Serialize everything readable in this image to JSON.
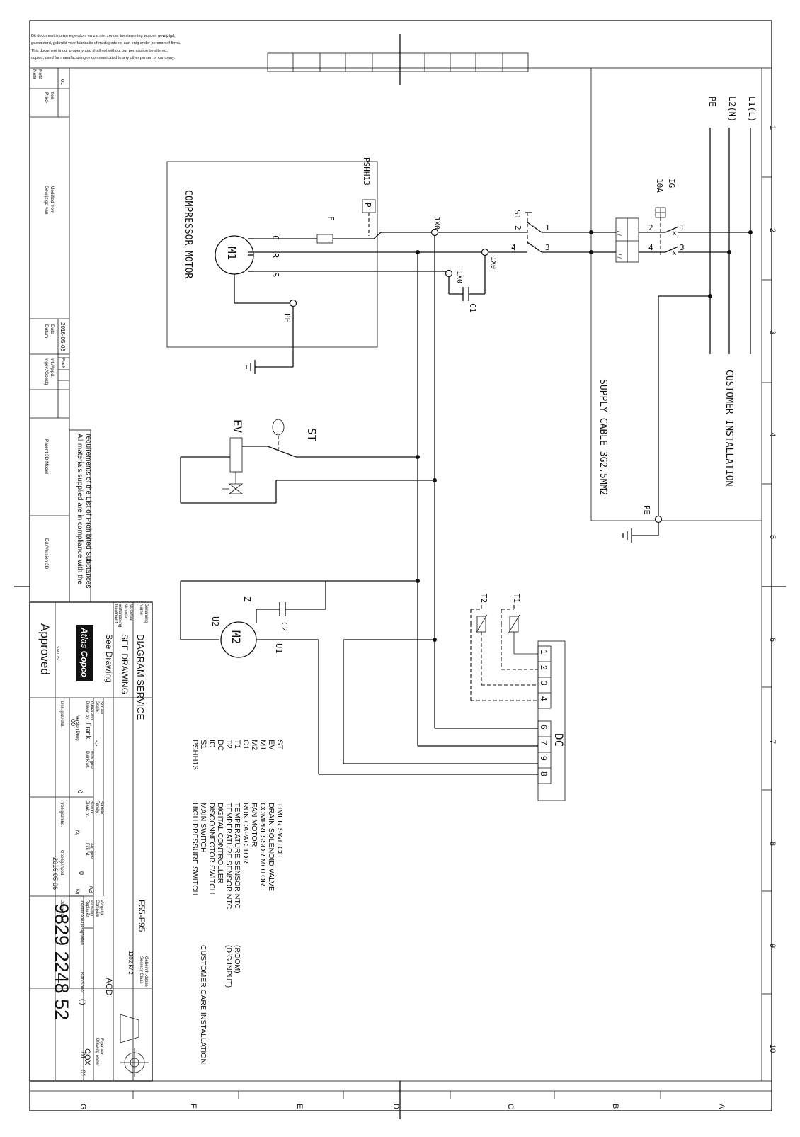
{
  "disclaimer": [
    "Dit document is onze eigendom en zal niet zonder toestemming worden gewijzigd,",
    "gecopieerd, gebruikt voor fabricatie of medegedeeld aan enig ander persoon of firma.",
    "This document is our property and shall not without our permission be altered,",
    "copied, used for manufacturing or communicated to any other person or company."
  ],
  "grid": {
    "numbers": [
      "1",
      "2",
      "3",
      "4",
      "5",
      "6",
      "7",
      "8",
      "9",
      "10"
    ],
    "letters": [
      "A",
      "B",
      "C",
      "D",
      "E",
      "F",
      "G"
    ]
  },
  "supply": {
    "l1": "L1(L)",
    "l2": "L2(N)",
    "pe": "PE",
    "customer_installation": "CUSTOMER INSTALLATION",
    "supply_cable": "SUPPLY CABLE 3G2.5MM2",
    "pe_bottom": "PE"
  },
  "schematic": {
    "ig_label": "IG",
    "ig_rating": "10A",
    "ig_t1": "1",
    "ig_t2": "2",
    "ig_t3": "3",
    "ig_t4": "4",
    "s1_label": "S1",
    "s1_t1": "1",
    "s1_t2": "2",
    "s1_t3": "3",
    "s1_t4": "4",
    "x_top": "1X0",
    "x_mid": "1X0",
    "x_cap": "1X0",
    "c1": "C1",
    "pshh": "PSHH13",
    "pshh_box": "P",
    "fuse": "F",
    "motor_c": "C",
    "motor_r": "R",
    "motor_s": "S",
    "m1": "M1",
    "m1_pe": "PE",
    "compressor_motor": "COMPRESSOR MOTOR",
    "st": "ST",
    "ev": "EV",
    "m2": "M2",
    "m2_z": "Z",
    "m2_u1": "U1",
    "m2_u2": "U2",
    "c2": "C2",
    "t1": "T1",
    "t2": "T2",
    "dc": "DC",
    "dc_pins_top": [
      "1",
      "2",
      "3",
      "4"
    ],
    "dc_pins_bottom": [
      "6",
      "7",
      "9",
      "8"
    ]
  },
  "legend": [
    {
      "code": "ST",
      "desc": "TIMER SWITCH",
      "note": ""
    },
    {
      "code": "EV",
      "desc": "DRAIN SOLENOID VALVE",
      "note": ""
    },
    {
      "code": "M1",
      "desc": "COMPRESSOR MOTOR",
      "note": ""
    },
    {
      "code": "M2",
      "desc": "FAN MOTOR",
      "note": ""
    },
    {
      "code": "C1",
      "desc": "RUN CAPACITOR",
      "note": ""
    },
    {
      "code": "T1",
      "desc": "TEMPERATURE SENSOR NTC",
      "note": "(ROOM)"
    },
    {
      "code": "T2",
      "desc": "TEMPERATURE SENSOR NTC",
      "note": "(DIG.INPUT)"
    },
    {
      "code": "DC",
      "desc": "DIGITAL CONTROLLER",
      "note": ""
    },
    {
      "code": "IG",
      "desc": "DISCONNECTOR SWITCH",
      "note": ""
    },
    {
      "code": "S1",
      "desc": "MAIN SWITCH",
      "note": "CUSTOMER CARE INSTALLATION"
    },
    {
      "code": "PSHH13",
      "desc": "HIGH PRESSURE SWITCH",
      "note": ""
    }
  ],
  "compliance": [
    "All materials supplied are in compliance with the",
    "requirements of the List of Prohibited Substances"
  ],
  "revision_block": {
    "nota": "Nota",
    "note": "Note",
    "prod": "Prod-",
    "tion": "tion",
    "rev": "01",
    "modified_nl": "Gewijzigd van",
    "modified_en": "Modified from",
    "datum": "Datum",
    "date": "Date",
    "date_value": "2016-05-06",
    "ingev": "Ingev./Goedg",
    "int": "Int./Appd.",
    "init": "Frank",
    "parent": "Parent 3D Model",
    "ed": "Ed./Version 3D"
  },
  "title_block": {
    "benaming": "Benaming",
    "name": "Name",
    "title": "DIAGRAM SERVICE",
    "materiaal": "Materiaal",
    "material": "Material",
    "material_value": "SEE DRAWING",
    "behandeling": "Behandeling",
    "treatment": "Treatment",
    "treatment_value": "See Drawing",
    "logo": "Atlas Copco",
    "status": "STATUS",
    "approved": "Approved",
    "schaal": "Schaal",
    "scale": "Scale",
    "scale_value": "-:-",
    "getekend": "Getekend",
    "drawn_by": "Drawn by",
    "drawn_value": "Frank",
    "version_drwg": "Version Drwg",
    "version_value": "00",
    "des_gez": "Des.gez./chd.",
    "ruw_gew": "Ruw gew.",
    "blank_wt": "Blank wt.",
    "blank_value": "0",
    "prod_gez": "Prod.gez/chd.",
    "familie": "Familie",
    "family": "Family",
    "ruw_nr": "Ruw nr.",
    "blank_nr": "Blank nr.",
    "afg_gew": "Afg.gew.",
    "fini_wt": "Fini wt.",
    "fini_value": "0",
    "kg": "Kg",
    "goedg": "Goedg./Appd.",
    "datum_date": "Datum/Date",
    "appd_date": "2016-05-06",
    "format": "A3",
    "vergelijk": "Vergelijk",
    "compare": "Compare",
    "family_value": "F55-F95",
    "vervangt": "Vervangt",
    "replaces": "Replaces",
    "geheim": "Geheimh.klasse",
    "secrecy": "Secrecy Class",
    "secrecy_value": "1102 K/ 2",
    "acd": "ACD",
    "eigenaar": "Eigenaar",
    "owner": "Drawing owner",
    "owner_value": "COX",
    "ident": "Identificatie/Designation",
    "blad": "Blad/Sheet",
    "sheet_paren": "(  )",
    "sheet_a": "01",
    "sheet_b": "01",
    "drawing_number": "9829 2248 52"
  }
}
